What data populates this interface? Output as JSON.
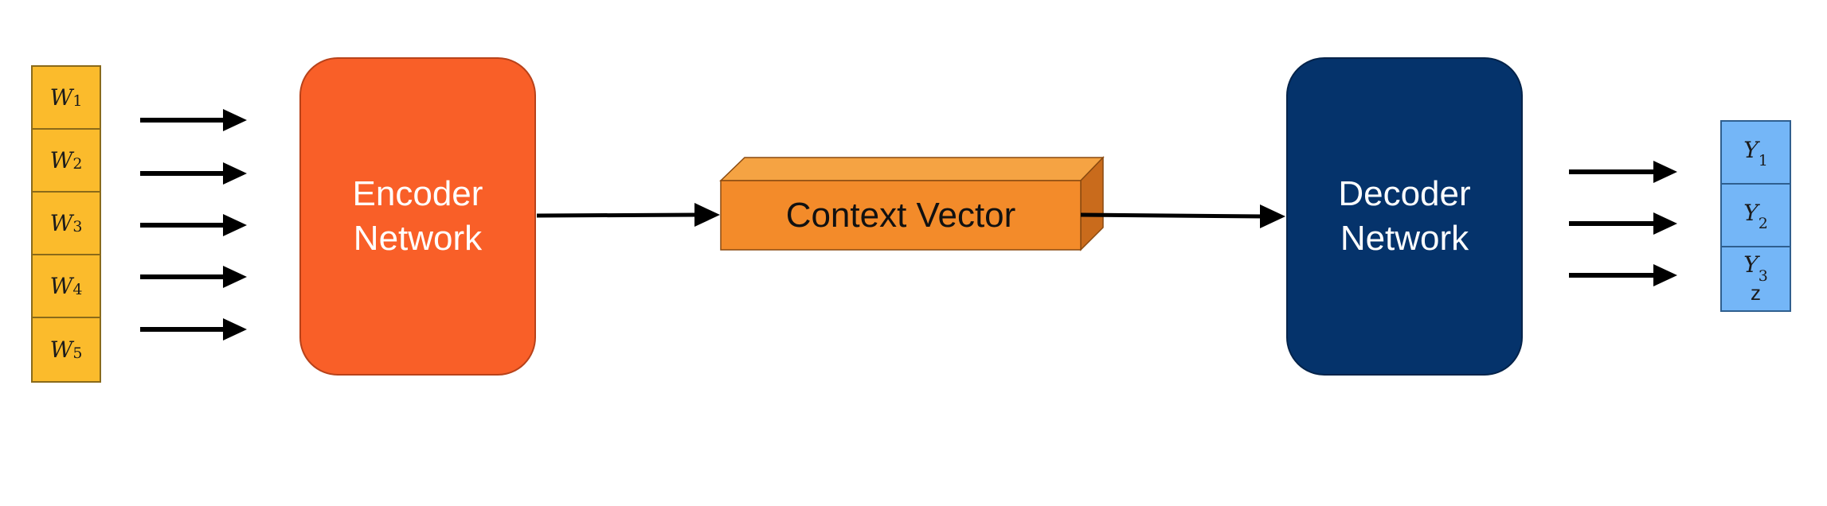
{
  "inputs": [
    {
      "base": "W",
      "sub": "1"
    },
    {
      "base": "W",
      "sub": "2"
    },
    {
      "base": "W",
      "sub": "3"
    },
    {
      "base": "W",
      "sub": "4"
    },
    {
      "base": "W",
      "sub": "5"
    }
  ],
  "encoder": {
    "label": "Encoder\nNetwork"
  },
  "context": {
    "label": "Context Vector"
  },
  "decoder": {
    "label": "Decoder\nNetwork"
  },
  "outputs": [
    {
      "base": "Y",
      "sub": "1",
      "extra": ""
    },
    {
      "base": "Y",
      "sub": "2",
      "extra": ""
    },
    {
      "base": "Y",
      "sub": "3",
      "extra": "z"
    }
  ],
  "colors": {
    "input_fill": "#fbbb2c",
    "encoder_fill": "#f95f28",
    "context_front": "#f38b2a",
    "context_top": "#f5a343",
    "context_side": "#c96b1c",
    "decoder_fill": "#05336b",
    "output_fill": "#74b6f7",
    "arrow": "#000000"
  }
}
